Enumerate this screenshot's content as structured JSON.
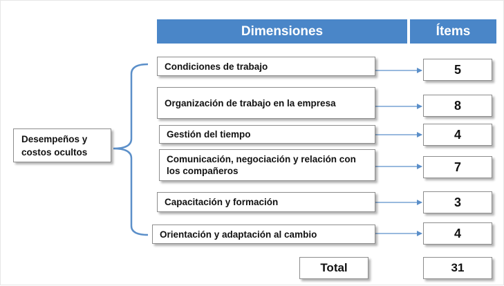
{
  "header": {
    "dimensions": "Dimensiones",
    "items": "Ítems"
  },
  "side_label": "Desempeños y costos ocultos",
  "rows": [
    {
      "dimension": "Condiciones de trabajo",
      "items": "5"
    },
    {
      "dimension": "Organización de trabajo en la empresa",
      "items": "8"
    },
    {
      "dimension": "Gestión del tiempo",
      "items": "4"
    },
    {
      "dimension": "Comunicación, negociación y relación con los compañeros",
      "items": "7"
    },
    {
      "dimension": "Capacitación y formación",
      "items": "3"
    },
    {
      "dimension": "Orientación y adaptación al cambio",
      "items": "4"
    }
  ],
  "total": {
    "label": "Total",
    "value": "31"
  },
  "colors": {
    "header": "#4a86c8",
    "connector": "#5b8fc9",
    "box_border": "#8c8c8c"
  }
}
